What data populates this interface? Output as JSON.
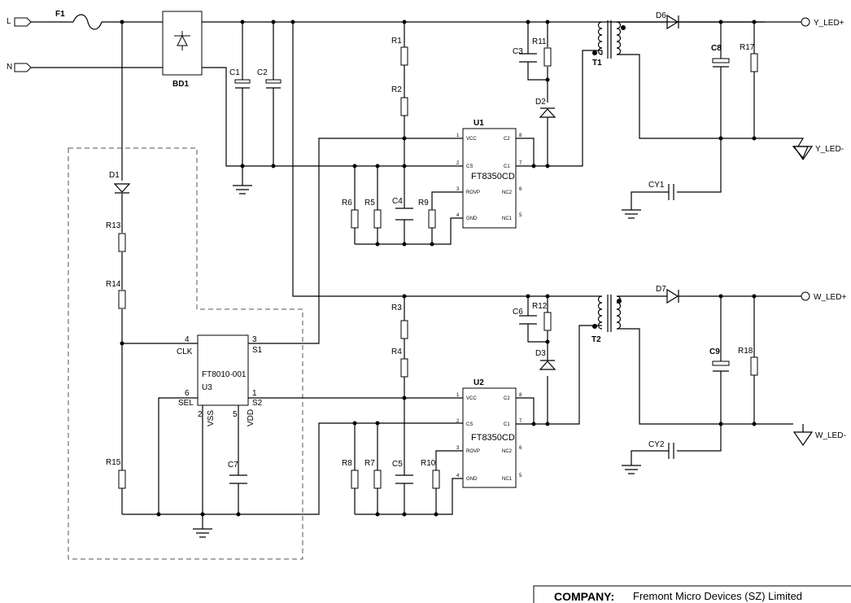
{
  "nets": {
    "line": "L",
    "neutral": "N",
    "y_pos": "Y_LED+",
    "y_neg": "Y_LED-",
    "w_pos": "W_LED+",
    "w_neg": "W_LED-"
  },
  "components": {
    "F1": "F1",
    "BD1": "BD1",
    "C1": "C1",
    "C2": "C2",
    "D1": "D1",
    "R13": "R13",
    "R14": "R14",
    "R15": "R15",
    "R1": "R1",
    "R2": "R2",
    "R3": "R3",
    "R4": "R4",
    "R5": "R5",
    "R6": "R6",
    "R7": "R7",
    "R8": "R8",
    "R9": "R9",
    "R10": "R10",
    "R11": "R11",
    "R12": "R12",
    "R17": "R17",
    "R18": "R18",
    "C3": "C3",
    "C4": "C4",
    "C5": "C5",
    "C6": "C6",
    "C7": "C7",
    "C8": "C8",
    "C9": "C9",
    "D2": "D2",
    "D3": "D3",
    "D6": "D6",
    "D7": "D7",
    "T1": "T1",
    "T2": "T2",
    "CY1": "CY1",
    "CY2": "CY2"
  },
  "u1": {
    "ref": "U1",
    "part": "FT8350CD",
    "pins": {
      "vcc": "VCC",
      "cs": "CS",
      "rovp": "ROVP",
      "gnd": "GND",
      "c2": "C2",
      "c1": "C1",
      "nc2": "NC2",
      "nc1": "NC1"
    },
    "nums": {
      "p1": "1",
      "p2": "2",
      "p3": "3",
      "p4": "4",
      "p5": "5",
      "p6": "6",
      "p7": "7",
      "p8": "8"
    }
  },
  "u2": {
    "ref": "U2",
    "part": "FT8350CD",
    "pins": {
      "vcc": "VCC",
      "cs": "CS",
      "rovp": "ROVP",
      "gnd": "GND",
      "c2": "C2",
      "c1": "C1",
      "nc2": "NC2",
      "nc1": "NC1"
    },
    "nums": {
      "p1": "1",
      "p2": "2",
      "p3": "3",
      "p4": "4",
      "p5": "5",
      "p6": "6",
      "p7": "7",
      "p8": "8"
    }
  },
  "u3": {
    "ref": "U3",
    "part": "FT8010-001",
    "pins": {
      "clk": "CLK",
      "s1": "S1",
      "sel": "SEL",
      "s2": "S2",
      "vss": "VSS",
      "vdd": "VDD"
    },
    "nums": {
      "p1": "1",
      "p2": "2",
      "p3": "3",
      "p4": "4",
      "p5": "5",
      "p6": "6"
    }
  },
  "title_block": {
    "label": "COMPANY:",
    "name": "Fremont Micro Devices (SZ) Limited"
  }
}
